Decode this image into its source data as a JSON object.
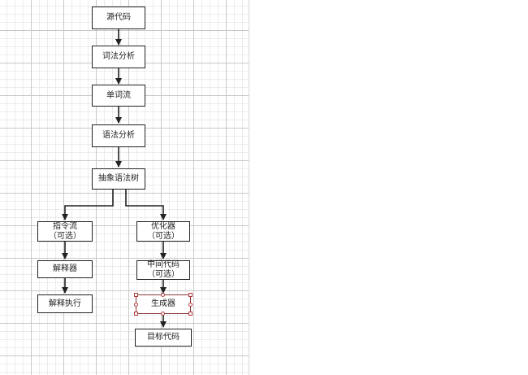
{
  "diagram": {
    "nodes": {
      "source_code": "源代码",
      "lexical_analysis": "词法分析",
      "token_stream": "单词流",
      "syntax_analysis": "语法分析",
      "ast": "抽象语法树",
      "instruction_stream": "指令流",
      "instruction_stream_note": "（可选）",
      "interpreter": "解释器",
      "interpret_execute": "解释执行",
      "optimizer": "优化器",
      "optimizer_note": "（可选）",
      "intermediate_code": "中间代码",
      "intermediate_code_note": "（可选）",
      "generator": "生成器",
      "target_code": "目标代码"
    },
    "selected_node": "generator",
    "colors": {
      "stroke": "#222222",
      "selection": "#b23b3b",
      "grid": "#c9c9c9"
    }
  }
}
